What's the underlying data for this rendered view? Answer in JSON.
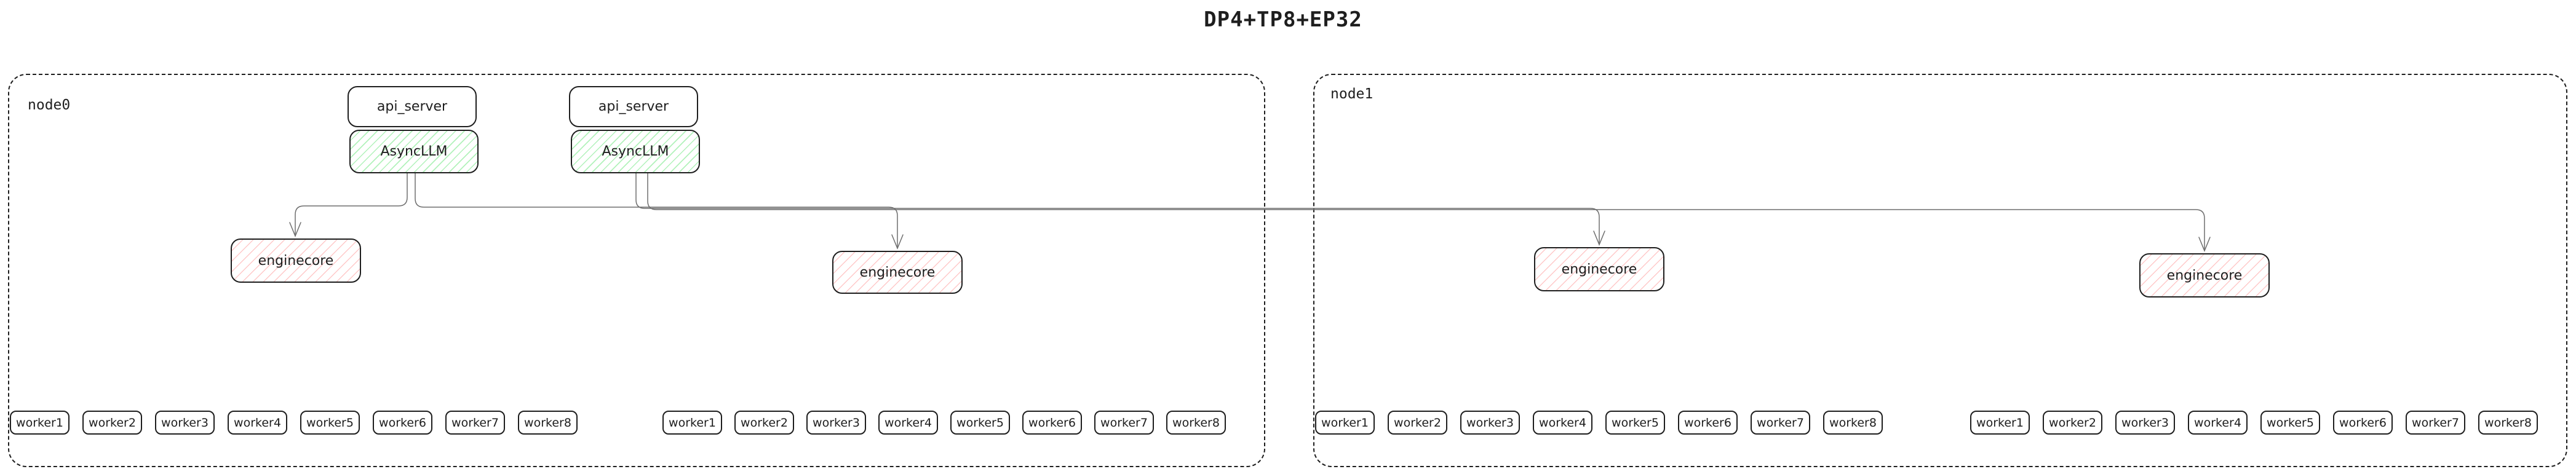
{
  "title": "DP4+TP8+EP32",
  "colors": {
    "border": "#1e1e1e",
    "edge_line": "#6e6e6e",
    "async_llm_hatch": "#b2f2bb",
    "enginecore_hatch": "#ffc9c9",
    "background": "#ffffff"
  },
  "nodes": [
    {
      "label": "node0",
      "stacks": [
        {
          "api_server": "api_server",
          "async_llm": "AsyncLLM"
        },
        {
          "api_server": "api_server",
          "async_llm": "AsyncLLM"
        }
      ],
      "enginecores": [
        "enginecore",
        "enginecore"
      ],
      "worker_groups": [
        [
          "worker1",
          "worker2",
          "worker3",
          "worker4",
          "worker5",
          "worker6",
          "worker7",
          "worker8"
        ],
        [
          "worker1",
          "worker2",
          "worker3",
          "worker4",
          "worker5",
          "worker6",
          "worker7",
          "worker8"
        ]
      ]
    },
    {
      "label": "node1",
      "stacks": [],
      "enginecores": [
        "enginecore",
        "enginecore"
      ],
      "worker_groups": [
        [
          "worker1",
          "worker2",
          "worker3",
          "worker4",
          "worker5",
          "worker6",
          "worker7",
          "worker8"
        ],
        [
          "worker1",
          "worker2",
          "worker3",
          "worker4",
          "worker5",
          "worker6",
          "worker7",
          "worker8"
        ]
      ]
    }
  ],
  "edges": [
    {
      "from": "AsyncLLM-1",
      "to": "node0-enginecore-1"
    },
    {
      "from": "AsyncLLM-1",
      "to": "node0-enginecore-2"
    },
    {
      "from": "AsyncLLM-2",
      "to": "node1-enginecore-1"
    },
    {
      "from": "AsyncLLM-2",
      "to": "node1-enginecore-2"
    }
  ]
}
